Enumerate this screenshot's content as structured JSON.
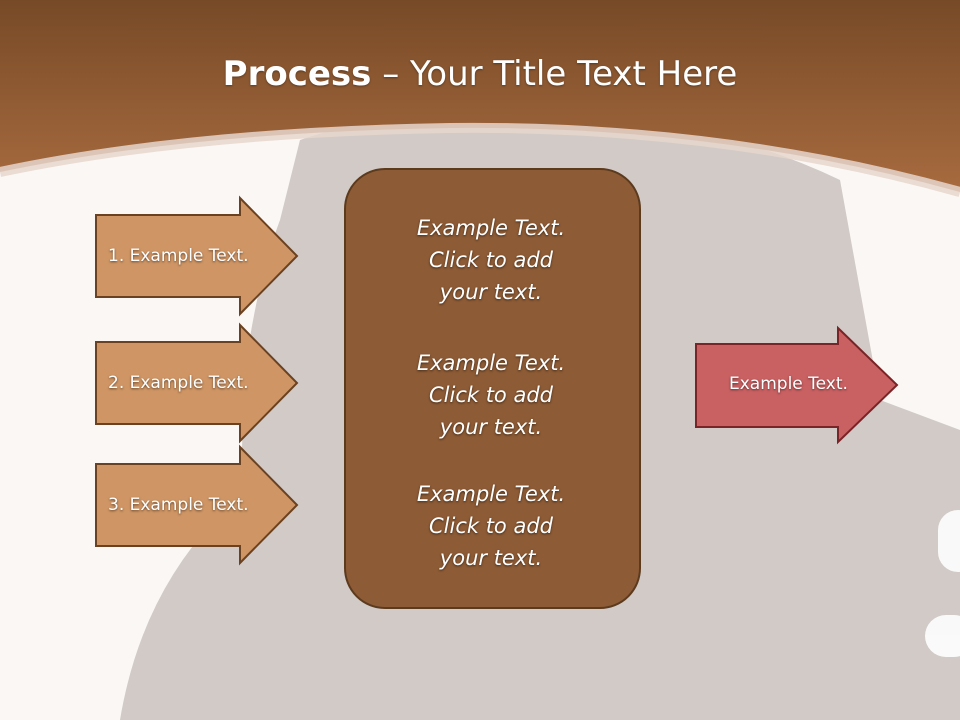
{
  "slide": {
    "title_bold": "Process",
    "title_dash": " – ",
    "title_rest": "Your Title Text Here"
  },
  "inputs": [
    {
      "label": "1. Example Text."
    },
    {
      "label": "2. Example Text."
    },
    {
      "label": "3. Example Text."
    }
  ],
  "center_box": {
    "paragraphs": [
      {
        "line1": "Example Text.",
        "line2": "Click  to add",
        "line3": "your text."
      },
      {
        "line1": "Example Text.",
        "line2": "Click  to add",
        "line3": "your text."
      },
      {
        "line1": "Example Text.",
        "line2": "Click  to add",
        "line3": "your text."
      }
    ]
  },
  "output": {
    "label": "Example Text."
  },
  "colors": {
    "header_brown": "#8a5a34",
    "input_arrow_fill": "#cf9564",
    "input_arrow_stroke": "#6b4221",
    "center_fill": "#8d5b35",
    "center_stroke": "#5c3a1e",
    "output_arrow_fill": "#c96062",
    "output_arrow_stroke": "#7a2427"
  }
}
